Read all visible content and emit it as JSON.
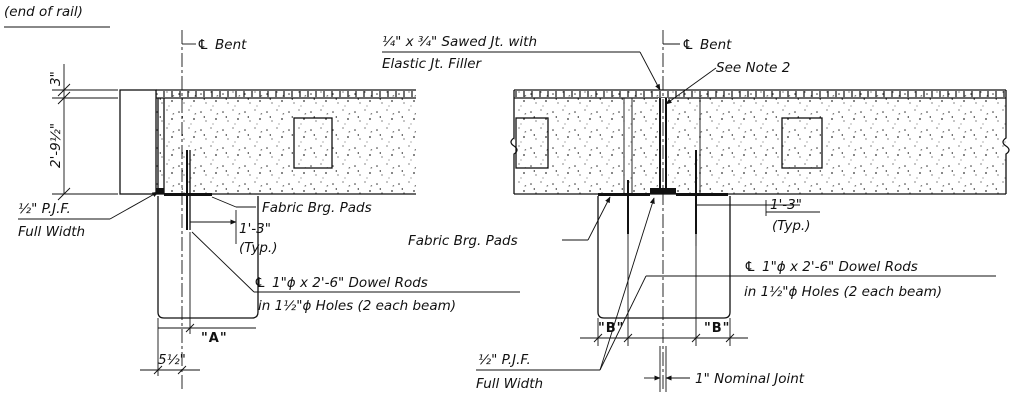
{
  "left_detail": {
    "end_of_rail": "(end of rail)",
    "bent_label": "Bent",
    "dim_top": "3\"",
    "dim_depth": "2'-9½\"",
    "pjf_line1": "½\" P.J.F.",
    "pjf_line2": "Full Width",
    "fabric_pads": "Fabric Brg. Pads",
    "spacing_line1": "1'-3\"",
    "spacing_line2": "(Typ.)",
    "dowel_line1": "1\"ϕ x 2'-6\" Dowel Rods",
    "dowel_line2": "in 1½\"ϕ Holes (2 each beam)",
    "dim_a": "\"A\"",
    "dim_offset": "5½\""
  },
  "right_detail": {
    "sawed_line1": "¼\" x ¾\" Sawed Jt. with",
    "sawed_line2": "Elastic Jt. Filler",
    "bent_label": "Bent",
    "see_note": "See Note 2",
    "spacing_line1": "1'-3\"",
    "spacing_line2": "(Typ.)",
    "fabric_pads": "Fabric Brg. Pads",
    "dowel_line1": "1\"ϕ x 2'-6\" Dowel Rods",
    "dowel_line2": "in 1½\"ϕ Holes (2 each beam)",
    "dim_b_left": "\"B\"",
    "dim_b_right": "\"B\"",
    "pjf_line1": "½\" P.J.F.",
    "pjf_line2": "Full Width",
    "nominal_joint": "1\" Nominal Joint"
  }
}
